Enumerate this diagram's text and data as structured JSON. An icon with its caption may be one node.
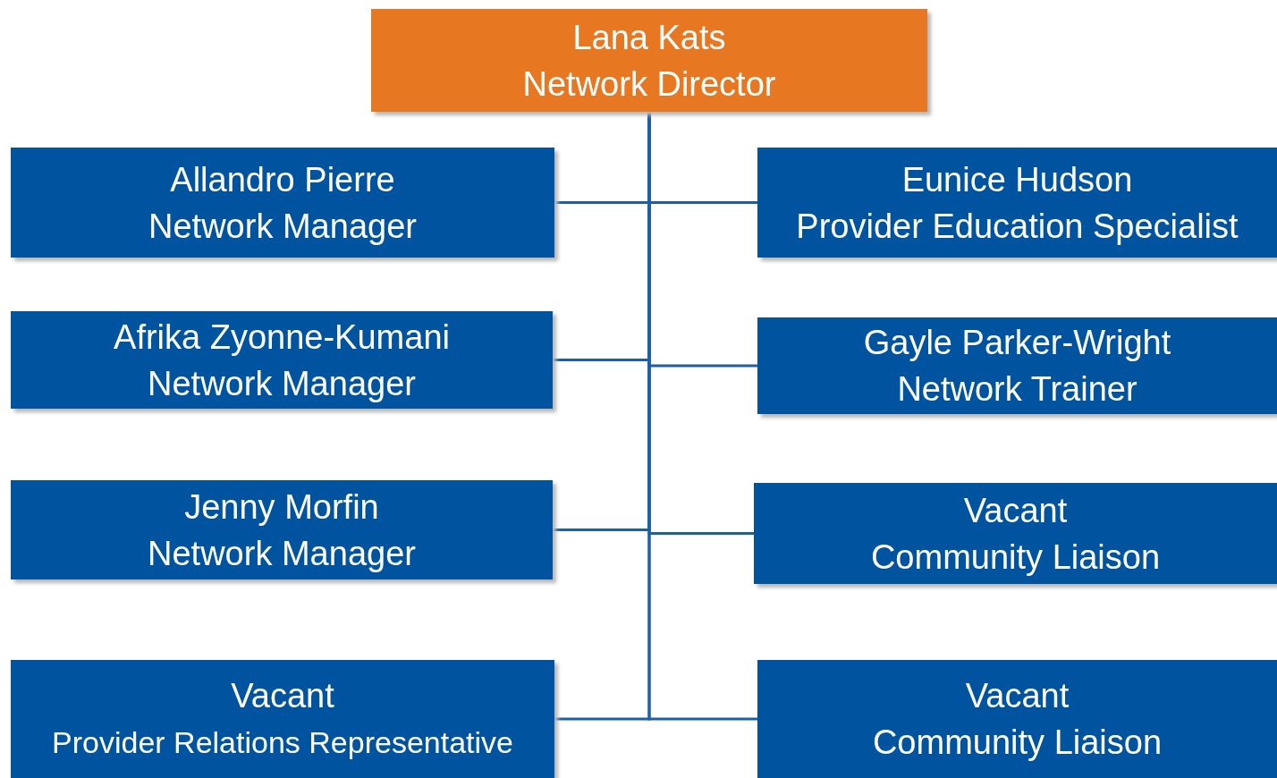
{
  "diagram": {
    "nodes": [
      {
        "text": [
          "Lana Kats",
          "Network Director"
        ]
      },
      {
        "text": [
          "Allandro Pierre",
          "Network Manager"
        ]
      },
      {
        "text": [
          "Eunice Hudson",
          "Provider Education Specialist"
        ]
      },
      {
        "text": [
          "Afrika Zyonne-Kumani",
          "Network Manager"
        ]
      },
      {
        "text": [
          "Gayle Parker-Wright",
          "Network Trainer"
        ]
      },
      {
        "text": [
          "Jenny Morfin",
          "Network Manager"
        ]
      },
      {
        "text": [
          "Vacant",
          "Community Liaison"
        ]
      },
      {
        "text": [
          "Vacant",
          "Provider Relations Representative"
        ]
      },
      {
        "text": [
          "Vacant",
          "Community Liaison"
        ]
      }
    ],
    "edges": [
      {
        "from": 0,
        "to": 1,
        "arrow": "none"
      },
      {
        "from": 0,
        "to": 2,
        "arrow": "none"
      },
      {
        "from": 0,
        "to": 3,
        "arrow": "none"
      },
      {
        "from": 0,
        "to": 4,
        "arrow": "none"
      },
      {
        "from": 0,
        "to": 5,
        "arrow": "none"
      },
      {
        "from": 0,
        "to": 6,
        "arrow": "none"
      },
      {
        "from": 0,
        "to": 7,
        "arrow": "none"
      },
      {
        "from": 0,
        "to": 8,
        "arrow": "none"
      }
    ]
  }
}
